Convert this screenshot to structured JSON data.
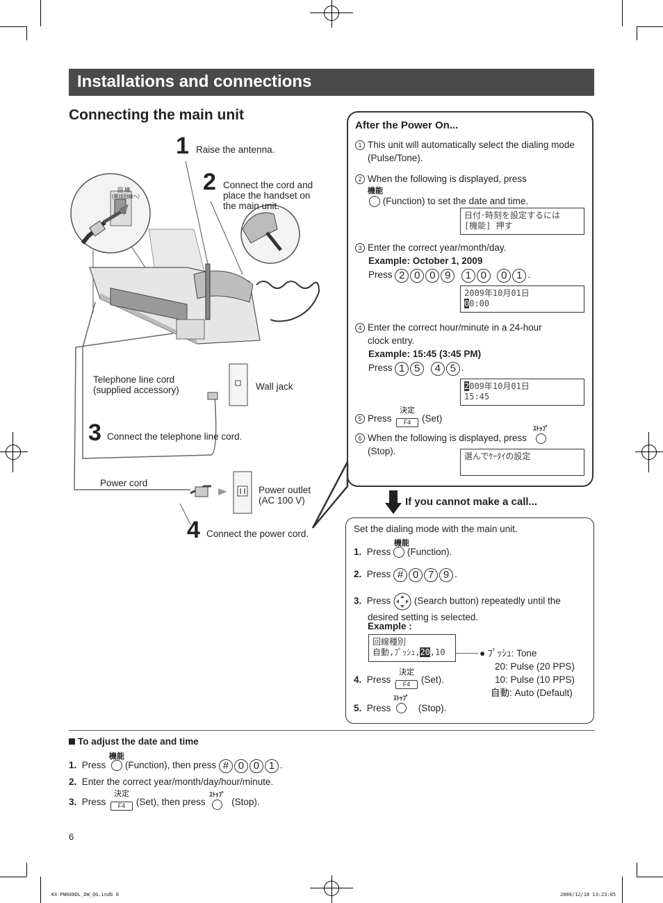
{
  "header": {
    "banner_title": "Installations and connections"
  },
  "section": {
    "title": "Connecting the main unit"
  },
  "steps": {
    "s1": {
      "num": "1",
      "text": "Raise the antenna."
    },
    "s2": {
      "num": "2",
      "text_l1": "Connect the cord and",
      "text_l2": "place the handset on",
      "text_l3": "the main unit."
    },
    "s3": {
      "num": "3",
      "text": "Connect the telephone line cord."
    },
    "s4": {
      "num": "4",
      "text": "Connect the power cord."
    }
  },
  "labels": {
    "tel_cord_l1": "Telephone line cord",
    "tel_cord_l2": "(supplied accessory)",
    "wall_jack": "Wall jack",
    "power_cord": "Power cord",
    "power_outlet_l1": "Power outlet",
    "power_outlet_l2": "(AC 100 V)",
    "jack_label_l1": "回 線",
    "jack_label_l2": "(電話回線へ)"
  },
  "after_power": {
    "title": "After the Power On...",
    "i1_num": "1",
    "i1_l1": "This unit will automatically select the dialing mode",
    "i1_l2": "(Pulse/Tone).",
    "i2_num": "2",
    "i2_l1": "When the following is displayed, press",
    "i2_fn": "機能",
    "i2_l2": "(Function) to set the date and time.",
    "lcd2_l1": "日付･時刻を設定するには",
    "lcd2_l2": "[機能] 押す",
    "i3_num": "3",
    "i3_l1": "Enter the correct year/month/day.",
    "i3_example": "Example: October 1, 2009",
    "i3_press": "Press",
    "i3_keys": [
      "2",
      "0",
      "0",
      "9",
      "1",
      "0",
      "0",
      "1"
    ],
    "i3_end": ".",
    "lcd3_l1": "2009年10月01日",
    "lcd3_cursor": "0",
    "lcd3_l2": "0:00",
    "i4_num": "4",
    "i4_l1": "Enter the correct hour/minute in a 24-hour",
    "i4_l2": "clock entry.",
    "i4_example": "Example: 15:45 (3:45 PM)",
    "i4_press": "Press",
    "i4_keys": [
      "1",
      "5",
      "4",
      "5"
    ],
    "i4_end": ".",
    "lcd4_cursor": "2",
    "lcd4_l1": "009年10月01日",
    "lcd4_l2": "15:45",
    "i5_num": "5",
    "i5_press": "Press",
    "i5_fn": "決定",
    "i5_key": "F4",
    "i5_set": "(Set)",
    "i6_num": "6",
    "i6_l1": "When the following is displayed, press",
    "i6_fn": "ｽﾄｯﾌﾟ",
    "i6_l2": "(Stop).",
    "lcd6_l1": "選んでｹｰﾀｲの設定"
  },
  "cannot_call": {
    "title": "If you cannot make a call...",
    "intro": "Set the dialing mode with the main unit.",
    "s1_num": "1.",
    "s1_press": "Press",
    "s1_fn": "機能",
    "s1_text": "(Function).",
    "s2_num": "2.",
    "s2_press": "Press",
    "s2_keys": [
      "#",
      "0",
      "7",
      "9"
    ],
    "s2_end": ".",
    "s3_num": "3.",
    "s3_press": "Press",
    "s3_text": "(Search button) repeatedly until the",
    "s3_text2": "desired setting is selected.",
    "example": "Example :",
    "lcd_l1": "回線種別",
    "lcd_l2a": "自動,ﾌﾟｯｼｭ,",
    "lcd_l2hl": "20",
    "lcd_l2b": ",10",
    "opt_tone_k": "ﾌﾟｯｼｭ",
    "opt_tone_v": ": Tone",
    "opt_p20_k": "20",
    "opt_p20_v": ": Pulse (20 PPS)",
    "opt_p10_k": "10",
    "opt_p10_v": ": Pulse (10 PPS)",
    "opt_auto_k": "自動",
    "opt_auto_v": ": Auto (Default)",
    "s4_num": "4.",
    "s4_press": "Press",
    "s4_fn": "決定",
    "s4_key": "F4",
    "s4_text": "(Set).",
    "s5_num": "5.",
    "s5_press": "Press",
    "s5_fn": "ｽﾄｯﾌﾟ",
    "s5_text": "(Stop)."
  },
  "adjust": {
    "title": "To adjust the date and time",
    "s1_num": "1.",
    "s1_press": "Press",
    "s1_fn": "機能",
    "s1_text": "(Function), then press",
    "s1_keys": [
      "#",
      "0",
      "0",
      "1"
    ],
    "s1_end": ".",
    "s2_num": "2.",
    "s2_text": "Enter the correct year/month/day/hour/minute.",
    "s3_num": "3.",
    "s3_press": "Press",
    "s3_fn": "決定",
    "s3_key": "F4",
    "s3_text": "(Set), then press",
    "s3_fn2": "ｽﾄｯﾌﾟ",
    "s3_text2": "(Stop)."
  },
  "footer": {
    "page": "6",
    "file": "KX-PW608DL_DW_QG.indb   6",
    "datetime": "2008/12/18   13:23:05"
  },
  "colors": {
    "banner": "#4a4a4a",
    "text": "#222222"
  }
}
